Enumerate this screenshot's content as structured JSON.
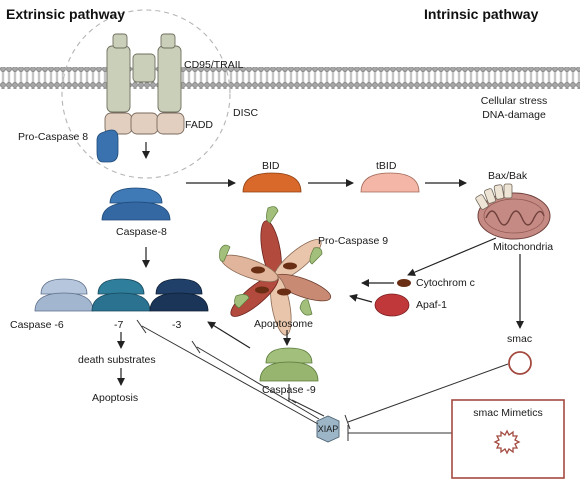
{
  "headers": {
    "extrinsic": "Extrinsic pathway",
    "intrinsic": "Intrinsic pathway"
  },
  "labels": {
    "cd95_trail": "CD95/TRAIL",
    "fadd": "FADD",
    "disc": "DISC",
    "pro_caspase_8": "Pro-Caspase 8",
    "cellular_stress": "Cellular stress",
    "dna_damage": "DNA-damage",
    "bid": "BID",
    "tbid": "tBID",
    "bax_bak": "Bax/Bak",
    "mitochondria": "Mitochondria",
    "caspase_8": "Caspase-8",
    "pro_caspase_9": "Pro-Caspase 9",
    "cytochrom_c": "Cytochrom c",
    "apaf_1": "Apaf-1",
    "caspase_6": "Caspase  -6",
    "caspase_7": "-7",
    "caspase_3": "-3",
    "apoptosome": "Apoptosome",
    "death_substrates": "death substrates",
    "apoptosis": "Apoptosis",
    "caspase_9": "Caspase -9",
    "smac": "smac",
    "xiap": "XIAP",
    "smac_mimetics": "smac Mimetics"
  },
  "colors": {
    "membrane": "#9a9a9a",
    "receptor": "#c9cfb8",
    "fadd": "#e2cfc0",
    "pro_caspase_8": "#3a72b0",
    "caspase_8": "#3f79b6",
    "bid": "#d9692a",
    "tbid": "#f4b6a6",
    "caspase_6": "#a9bcd6",
    "caspase_7": "#2f7f9c",
    "caspase_3": "#1f3b5f",
    "caspase_9": "#a3bf7c",
    "apaf_1": "#c0383a",
    "cytochrom_c": "#6a2e14",
    "xiap": "#9cb6c8",
    "smac": "#a34a40",
    "mito": "#c58a84"
  }
}
